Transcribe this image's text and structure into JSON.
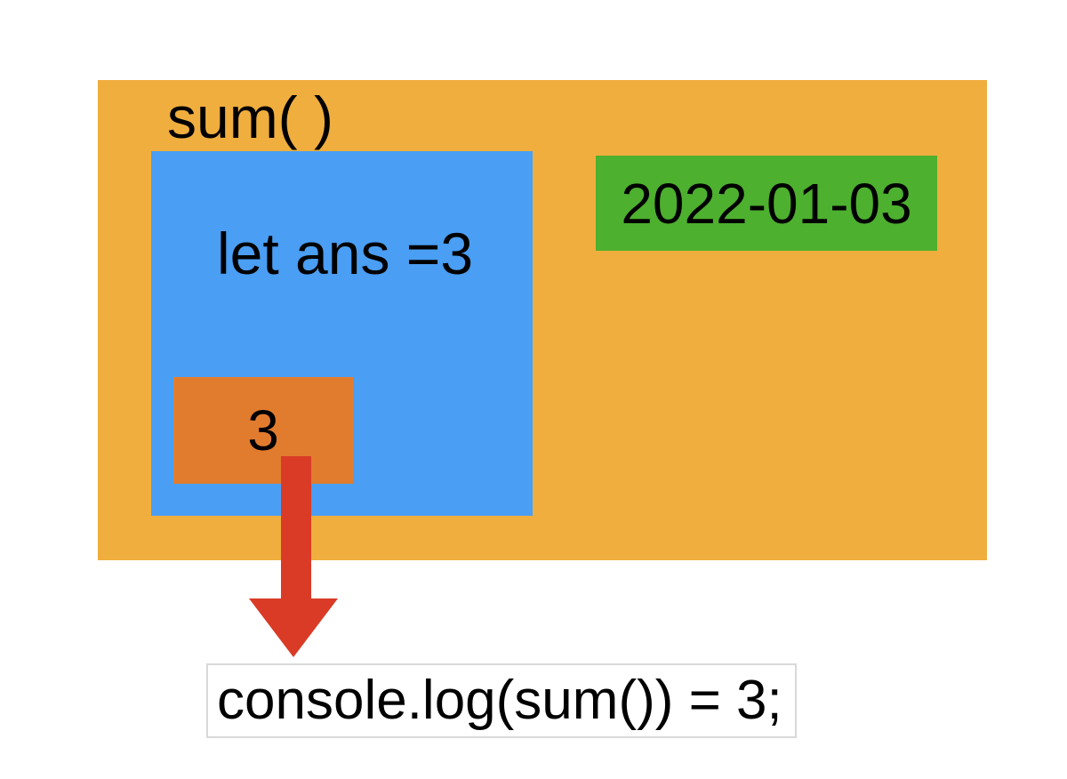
{
  "diagram": {
    "function_label": "sum( )",
    "variable_declaration": "let ans =3",
    "date_label": "2022-01-03",
    "return_value": "3",
    "console_statement": "console.log(sum()) = 3;"
  },
  "colors": {
    "page_bg": "#FFFFFF",
    "outer_scope_bg": "#F0AE3E",
    "inner_scope_bg": "#4A9EF3",
    "date_badge_bg": "#4DB02E",
    "return_box_bg": "#E17C2F",
    "arrow": "#D93B26",
    "console_border": "#D9D9D9",
    "console_bg": "#FFFFFF",
    "text": "#000000"
  }
}
